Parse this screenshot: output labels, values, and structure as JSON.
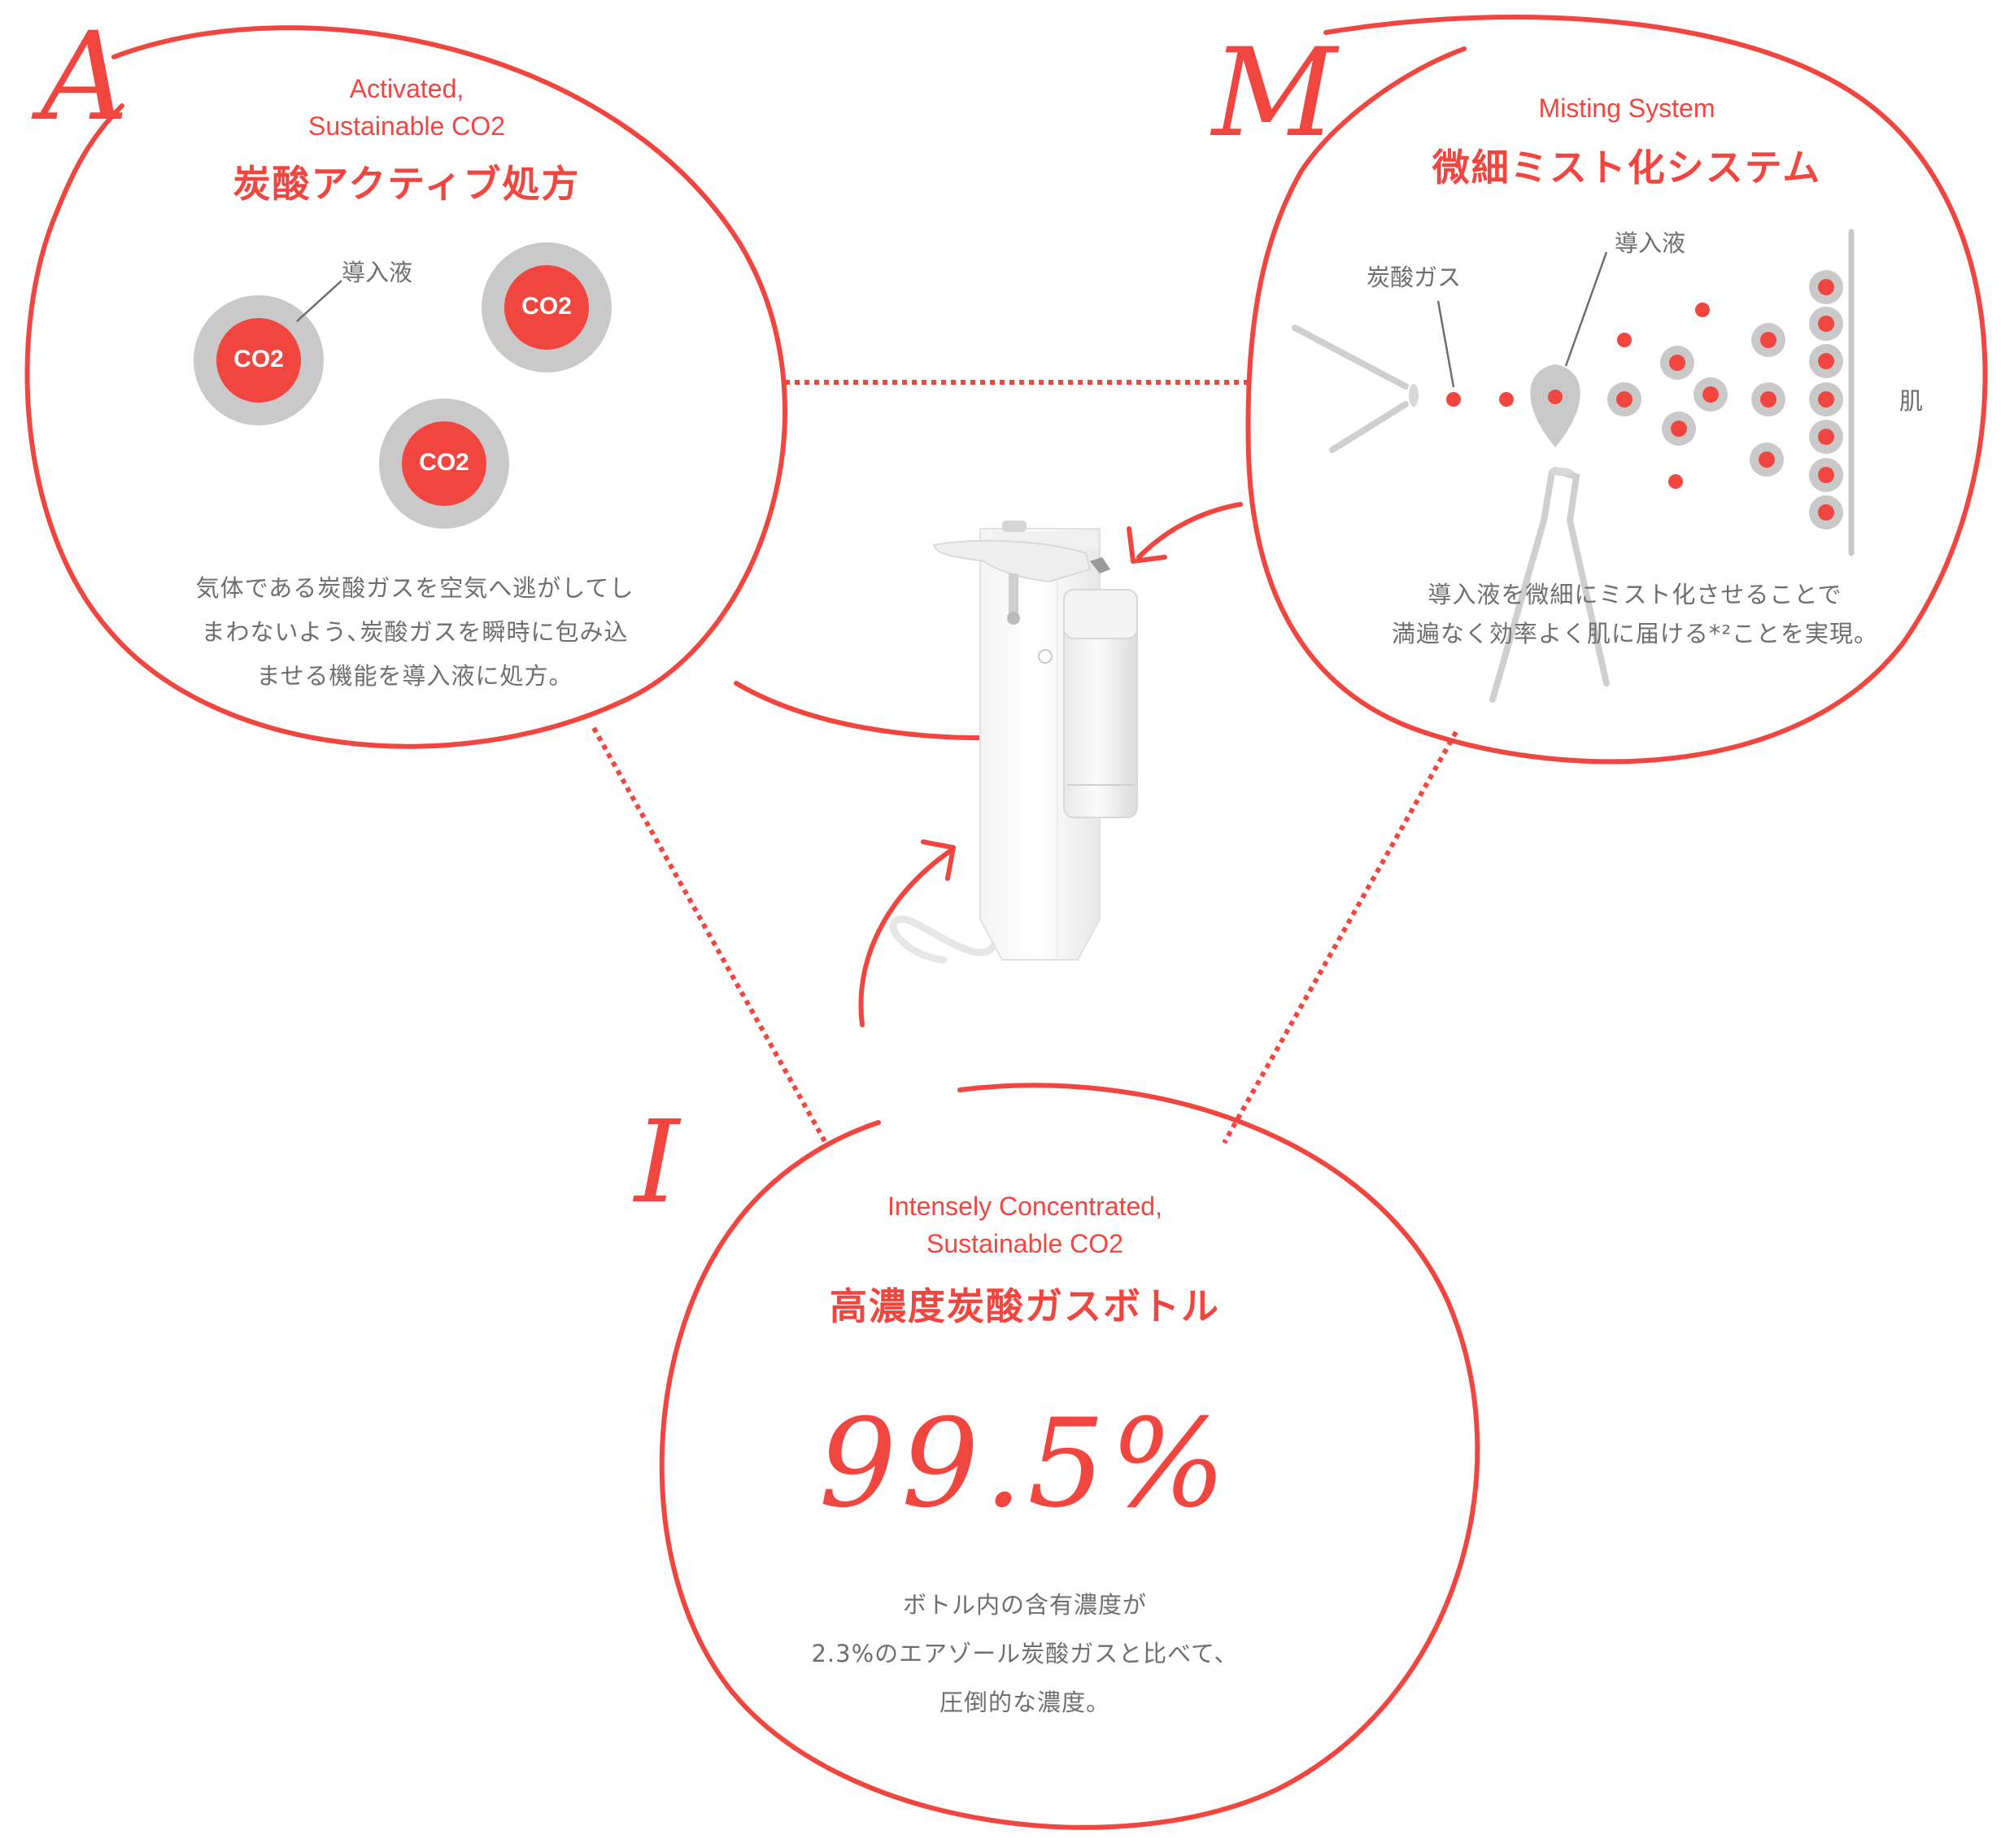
{
  "colors": {
    "accent": "#f1463f",
    "gray_ring": "#c9c9c9",
    "text": "#6e6e6e"
  },
  "circle_a": {
    "letter": "A",
    "en_line1": "Activated,",
    "en_line2": "Sustainable CO2",
    "title": "炭酸アクティブ処方",
    "label_liquid": "導入液",
    "co2_label": "CO2",
    "body_line1": "気体である炭酸ガスを空気へ逃がしてし",
    "body_line2": "まわないよう､炭酸ガスを瞬時に包み込",
    "body_line3": "ませる機能を導入液に処方。"
  },
  "circle_m": {
    "letter": "M",
    "en": "Misting System",
    "title": "微細ミスト化システム",
    "label_gas": "炭酸ガス",
    "label_liquid": "導入液",
    "label_skin": "肌",
    "body_line1": "導入液を微細にミスト化させることで",
    "body_line2": "満遍なく効率よく肌に届ける*²ことを実現。"
  },
  "circle_i": {
    "letter": "I",
    "en_line1": "Intensely Concentrated,",
    "en_line2": "Sustainable CO2",
    "title": "高濃度炭酸ガスボトル",
    "big_value": "99.5%",
    "body_line1": "ボトル内の含有濃度が",
    "body_line2": "2.3%のエアゾール炭酸ガスと比べて、",
    "body_line3": "圧倒的な濃度。"
  },
  "device": {
    "icon": "misting-device-illustration"
  }
}
